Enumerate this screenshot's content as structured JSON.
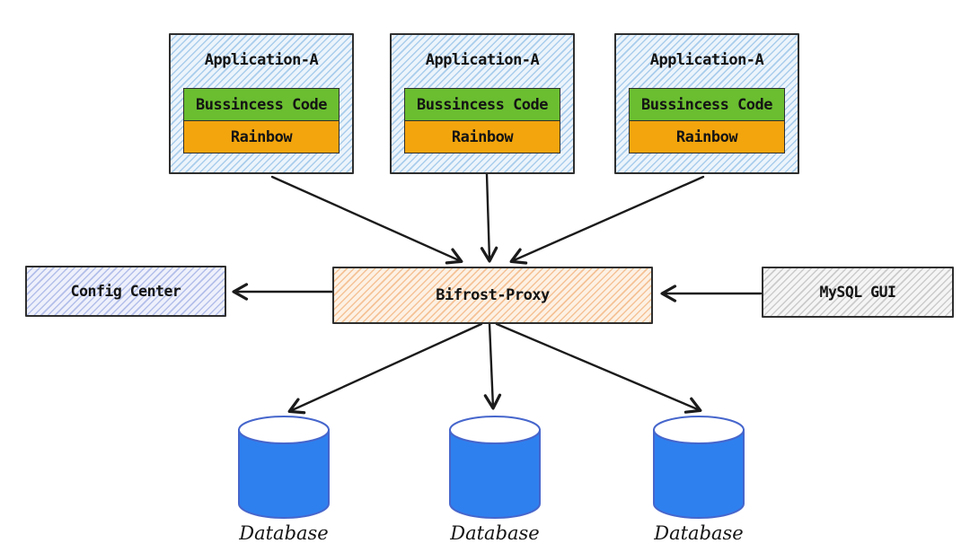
{
  "diagram": {
    "applications": [
      {
        "title": "Application-A",
        "layers": [
          {
            "label": "Bussincess Code"
          },
          {
            "label": "Rainbow"
          }
        ]
      },
      {
        "title": "Application-A",
        "layers": [
          {
            "label": "Bussincess Code"
          },
          {
            "label": "Rainbow"
          }
        ]
      },
      {
        "title": "Application-A",
        "layers": [
          {
            "label": "Bussincess Code"
          },
          {
            "label": "Rainbow"
          }
        ]
      }
    ],
    "proxy": {
      "label": "Bifrost-Proxy"
    },
    "config_center": {
      "label": "Config Center"
    },
    "mysql_gui": {
      "label": "MySQL GUI"
    },
    "databases": [
      {
        "label": "Database"
      },
      {
        "label": "Database"
      },
      {
        "label": "Database"
      }
    ],
    "colors": {
      "stroke": "#2f2f2f",
      "arrow": "#1b1b1b",
      "text": "#141414",
      "app_base": "#ecf4fb",
      "app_stripe": "#a9cdec",
      "green": "#6abe30",
      "orange": "#f3a50d",
      "proxy_base": "#fdf1e4",
      "proxy_stripe": "#f5c296",
      "config_base": "#eef0fb",
      "config_stripe": "#b3bfea",
      "mysql_base": "#f5f5f5",
      "mysql_stripe": "#cbcbcb",
      "db_fill": "#2e80ef",
      "db_stroke": "#4666cc"
    }
  }
}
